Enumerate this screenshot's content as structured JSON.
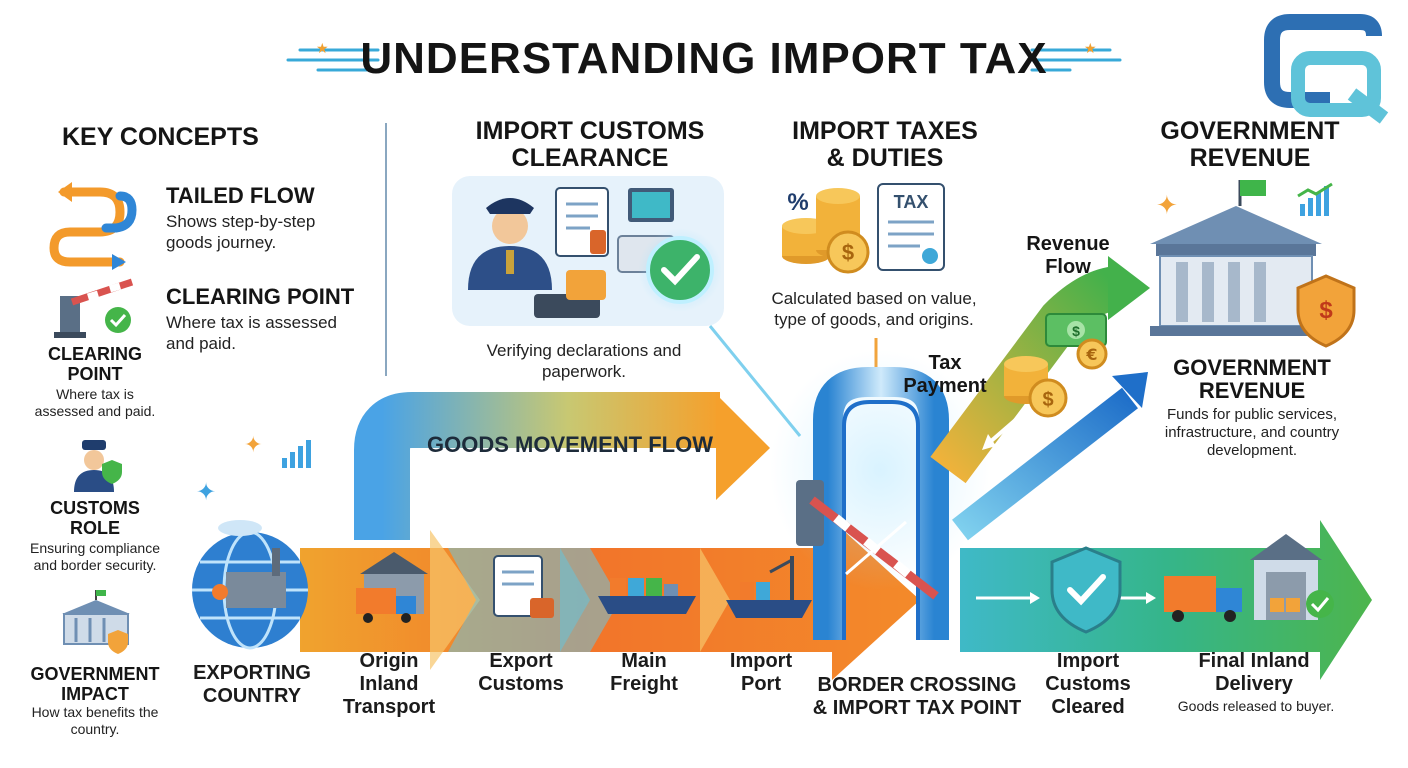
{
  "title": "UNDERSTANDING IMPORT TAX",
  "colors": {
    "orange": "#f39a2b",
    "blue": "#2f86d6",
    "green": "#3fb54a",
    "teal": "#2aa6a8",
    "gold": "#f2b23a"
  },
  "key_concepts": {
    "heading": "KEY CONCEPTS",
    "tailed_flow": {
      "title": "TAILED FLOW",
      "desc": "Shows step-by-step goods journey."
    },
    "clearing_point": {
      "title": "CLEARING POINT",
      "desc": "Where tax is assessed and paid."
    }
  },
  "sidebar": {
    "clearing": {
      "title": "CLEARING POINT",
      "desc": "Where tax is assessed and paid."
    },
    "customs": {
      "title": "CUSTOMS ROLE",
      "desc": "Ensuring compliance and border security."
    },
    "government": {
      "title": "GOVERNMENT IMPACT",
      "desc": "How tax benefits the country."
    }
  },
  "sections": {
    "customs_clearance": {
      "title": "IMPORT CUSTOMS CLEARANCE",
      "desc": "Verifying declarations and paperwork."
    },
    "taxes_duties": {
      "title": "IMPORT TAXES & DUTIES",
      "desc": "Calculated based on value, type of goods, and origins.",
      "doc_label": "TAX"
    },
    "government_revenue": {
      "title": "GOVERNMENT REVENUE"
    }
  },
  "flow": {
    "goods_movement": "GOODS MOVEMENT FLOW",
    "revenue_flow": "Revenue Flow",
    "tax_payment": "Tax Payment"
  },
  "gov_revenue_detail": {
    "title": "GOVERNMENT REVENUE",
    "desc": "Funds for public services, infrastructure, and country development."
  },
  "stages": {
    "exporting": "EXPORTING COUNTRY",
    "origin": "Origin Inland Transport",
    "export_customs": "Export Customs",
    "main_freight": "Main Freight",
    "import_port": "Import Port",
    "border": "BORDER CROSSING & IMPORT TAX POINT",
    "customs_cleared": "Import Customs Cleared",
    "final_delivery": "Final Inland Delivery",
    "final_desc": "Goods released to buyer."
  },
  "icons": {
    "percent": "%",
    "dollar": "$",
    "euro": "€"
  }
}
